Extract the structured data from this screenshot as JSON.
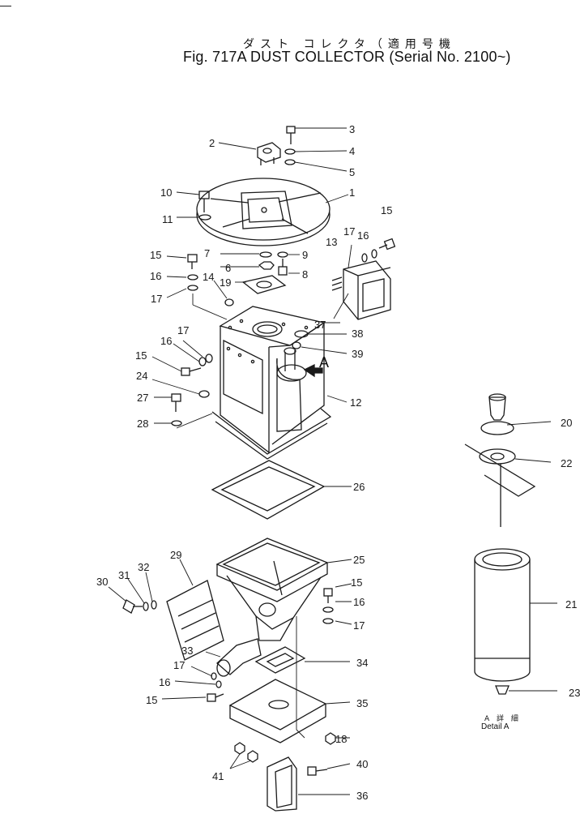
{
  "title": {
    "japanese": "ダスト コレクタ（適用号機",
    "english": "Fig. 717A  DUST  COLLECTOR  (Serial  No. 2100~)"
  },
  "detail": {
    "japanese": "A 詳 細",
    "english": "Detail  A"
  },
  "arrow_label": "A",
  "callouts": [
    "1",
    "2",
    "3",
    "4",
    "5",
    "6",
    "7",
    "8",
    "9",
    "10",
    "11",
    "12",
    "13",
    "14",
    "15",
    "15",
    "15",
    "15",
    "15",
    "16",
    "16",
    "16",
    "16",
    "16",
    "17",
    "17",
    "17",
    "17",
    "17",
    "18",
    "19",
    "20",
    "21",
    "22",
    "23",
    "24",
    "25",
    "26",
    "27",
    "28",
    "29",
    "30",
    "31",
    "32",
    "33",
    "34",
    "35",
    "36",
    "37",
    "38",
    "39",
    "40",
    "41"
  ],
  "colors": {
    "ink": "#1a1a1a",
    "background": "#ffffff"
  }
}
